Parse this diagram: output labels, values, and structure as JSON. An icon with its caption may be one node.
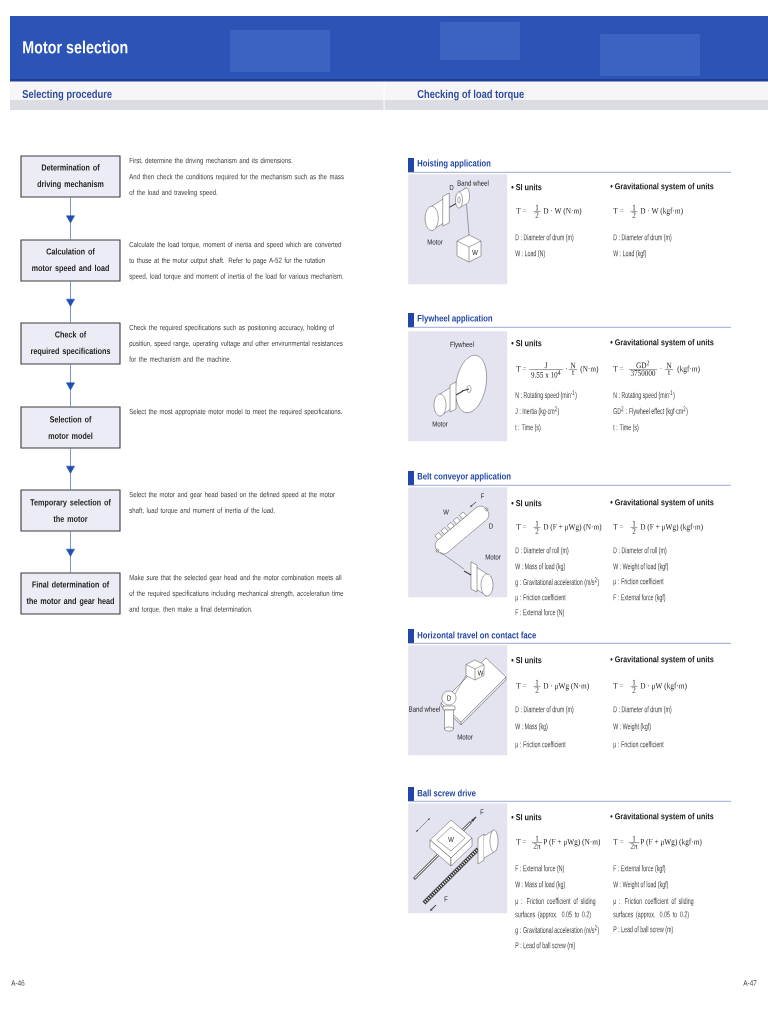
{
  "diagram": {
    "title": "Motor selection",
    "nodes": [
      {
        "text": [
          "Determination of driving mechanism"
        ],
        "beside": [
          "First, determine the driving mechanism and its dimensions.",
          "And then check the conditions required for the mechanism such as the mass of the load and traveling speed."
        ]
      },
      {
        "text": [
          "Calculation of motor speed and load"
        ],
        "beside": [
          "Calculate the load torque, moment of inertia and speed which are converted to those at the motor output shaft. Refer to page A-52 for the rotation speed, load torque and moment of inertia of the load for various mechanism."
        ]
      },
      {
        "text": [
          "Check of required specifications"
        ],
        "beside": [
          "Check the required specifications such as positioning accuracy, holding of position, speed range, operating voltage and other environmental resistances for the mechanism and the machine."
        ]
      },
      {
        "text": [
          "Selection of motor model"
        ],
        "beside": [
          "Select the most appropriate motor model to meet the required specifications."
        ]
      },
      {
        "text": [
          "Temporary selection of the motor"
        ],
        "beside": [
          "Select the motor and gear head based on the defined speed at the motor shaft, load torque and moment of inertia of the load."
        ]
      },
      {
        "text": [
          "Final determination of the motor and gear head"
        ],
        "beside": [
          "Make sure that the selected gear head and the motor combination meets all of the required specifications including mechanical strength, acceleration time and torque, then make a final determination."
        ]
      },
      {
        "text": [
          "Band wheel",
          "D",
          "Motor",
          "W"
        ]
      },
      {
        "text": [
          "Flywheel",
          "Motor"
        ]
      },
      {
        "text": [
          "F",
          "W",
          "D",
          "Motor"
        ]
      },
      {
        "text": [
          "W",
          "D",
          "Band wheel",
          "Motor"
        ]
      },
      {
        "text": [
          "F",
          "W",
          "F"
        ]
      }
    ],
    "edges": [
      {
        "from": 0,
        "to": 1,
        "arrow": "to"
      },
      {
        "from": 1,
        "to": 2,
        "arrow": "to"
      },
      {
        "from": 2,
        "to": 3,
        "arrow": "to"
      },
      {
        "from": 3,
        "to": 4,
        "arrow": "to"
      },
      {
        "from": 4,
        "to": 5,
        "arrow": "to"
      }
    ],
    "labels": [
      "Selecting procedure",
      "Checking of load torque",
      "Hoisting application",
      "• SI units",
      "• Gravitational system of units",
      "T =",
      "1",
      "2",
      "D · W (N·m)",
      "T =",
      "1",
      "2",
      "D · W (kgf·m)",
      "D : Diameter of drum (m)",
      "W : Load (N)",
      "D : Diameter of drum (m)",
      "W : Load (kgf)",
      "Flywheel application",
      "• SI units",
      "• Gravitational system of units",
      "T =",
      "J",
      "9.55 x 10$^{4}$",
      "·",
      "N",
      "t",
      "(N·m)",
      "T =",
      "GD$^{2}$",
      "3750000",
      "·",
      "N",
      "t",
      "(kgf·m)",
      "N : Rotating speed (min$^{-1}$)",
      "J : Inertia (kg·cm$^{2}$)",
      "t : Time (s)",
      "N : Rotating speed (min$^{-1}$)",
      "GD$^{2}$ : Flywheel effect (kgf·cm$^{2}$)",
      "t : Time (s)",
      "Belt conveyor application",
      "• SI units",
      "• Gravitational system of units",
      "T =",
      "1",
      "2",
      "D (F + μWg) (N·m)",
      "T =",
      "1",
      "2",
      "D (F + μWg) (kgf·m)",
      "D : Diameter of roll (m)",
      "W : Mass of load (kg)",
      "g : Gravitational acceleration (m/s$^{2}$)",
      "μ : Friction coefficient",
      "F : External force (N)",
      "D : Diameter of roll (m)",
      "W : Weight of load (kgf)",
      "μ : Friction coefficient",
      "F : External force (kgf)",
      "Horizontal travel on contact face",
      "• SI units",
      "• Gravitational system of units",
      "T =",
      "1",
      "2",
      "D · μWg (N·m)",
      "T =",
      "1",
      "2",
      "D · μW (kgf·m)",
      "D : Diameter of drum (m)",
      "W : Mass (kg)",
      "μ : Friction coefficient",
      "D : Diameter of drum (m)",
      "W : Weight (kgf)",
      "μ : Friction coefficient",
      "Ball screw drive",
      "• SI units",
      "• Gravitational system of units",
      "T =",
      "1",
      "2π",
      "P (F + μWg) (N·m)",
      "T =",
      "1",
      "2π",
      "P (F + μWg) (kgf·m)",
      "F : External force (N)",
      "W : Mass of load (kg)",
      "μ : Friction coefficient of sliding surfaces (approx. 0.05 to 0.2)",
      "g : Gravitational acceleration (m/s$^{2}$)",
      "P : Lead of ball screw (m)",
      "F : External force (kgf)",
      "W : Weight of load (kgf)",
      "μ : Friction coefficient of sliding surfaces (approx. 0.05 to 0.2)",
      "P : Lead of ball screw (m)",
      "A-46",
      "A-47"
    ]
  }
}
